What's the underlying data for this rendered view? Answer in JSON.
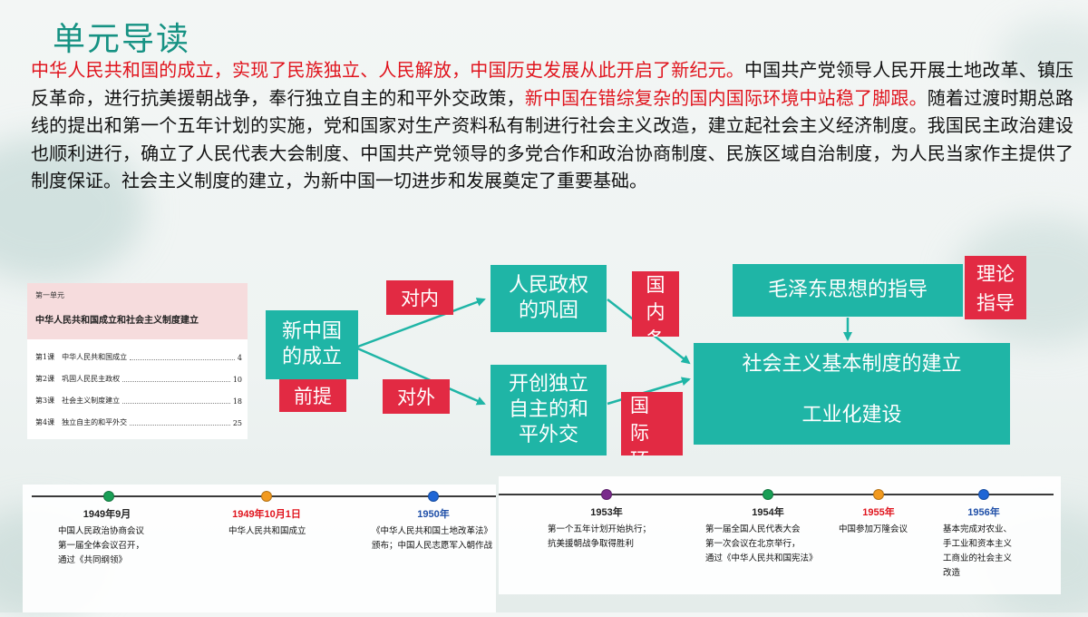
{
  "page": {
    "title": "单元导读"
  },
  "intro": {
    "segments": [
      {
        "text": " 中华人民共和国的成立，实现了民族独立、人民解放，中国历史发展从此开启了新纪元。",
        "red": true
      },
      {
        "text": "中国共产党领导人民开展土地改革、镇压反革命，进行抗美援朝战争，奉行独立自主的和平外交政策，",
        "red": false
      },
      {
        "text": "新中国在错综复杂的国内国际环境中站稳了脚跟。",
        "red": true
      },
      {
        "text": "随着过渡时期总路线的提出和第一个五年计划的实施，党和国家对生产资料私有制进行社会主义改造，建立起社会主义经济制度。我国民主政治建设也顺利进行，确立了人民代表大会制度、中国共产党领导的多党合作和政治协商制度、民族区域自治制度，为人民当家作主提供了制度保证。社会主义制度的建立，为新中国一切进步和发展奠定了重要基础。",
        "red": false
      }
    ]
  },
  "toc": {
    "unit": "第一单元",
    "title": "中华人民共和国成立和社会主义制度建立",
    "lessons": [
      {
        "lesson": "第1课",
        "name": "中华人民共和国成立",
        "page": "4"
      },
      {
        "lesson": "第2课",
        "name": "巩固人民民主政权",
        "page": "10"
      },
      {
        "lesson": "第3课",
        "name": "社会主义制度建立",
        "page": "18"
      },
      {
        "lesson": "第4课",
        "name": "独立自主的和平外交",
        "page": "25"
      }
    ]
  },
  "flow": {
    "founding": "新中国\n的成立",
    "premise": "前提",
    "domestic": "对内",
    "foreign": "对外",
    "regime": "人民政权\n的巩固",
    "diplomacy": "开创独立\n自主的和\n平外交",
    "internal_tag": "国\n内\n条",
    "intl_tag": "国\n际\n环",
    "mao": "毛泽东思想的指导",
    "theory": "理论\n指导",
    "system": "社会主义基本制度的建立",
    "industrial": "工业化建设"
  },
  "timeline": {
    "events": [
      {
        "year": "1949年9月",
        "color": "#1a9f56",
        "year_color": "#222222",
        "desc": "中国人民政治协商会议\n第一届全体会议召开，\n通过《共同纲领》"
      },
      {
        "year": "1949年10月1日",
        "color": "#f29a1f",
        "year_color": "#e0141d",
        "desc": "中华人民共和国成立"
      },
      {
        "year": "1950年",
        "color": "#1f66d6",
        "year_color": "#1f4fa8",
        "desc": "《中华人民共和国土地改革法》\n颁布；中国人民志愿军入朝作战"
      },
      {
        "year": "1953年",
        "color": "#7a2a8c",
        "year_color": "#222222",
        "desc": "第一个五年计划开始执行；\n抗美援朝战争取得胜利"
      },
      {
        "year": "1954年",
        "color": "#1a9f56",
        "year_color": "#222222",
        "desc": "第一届全国人民代表大会\n第一次会议在北京举行，\n通过《中华人民共和国宪法》"
      },
      {
        "year": "1955年",
        "color": "#f29a1f",
        "year_color": "#e0141d",
        "desc": "中国参加万隆会议"
      },
      {
        "year": "1956年",
        "color": "#1f66d6",
        "year_color": "#1f4fa8",
        "desc": "基本完成对农业、\n手工业和资本主义\n工商业的社会主义\n改造"
      }
    ]
  }
}
